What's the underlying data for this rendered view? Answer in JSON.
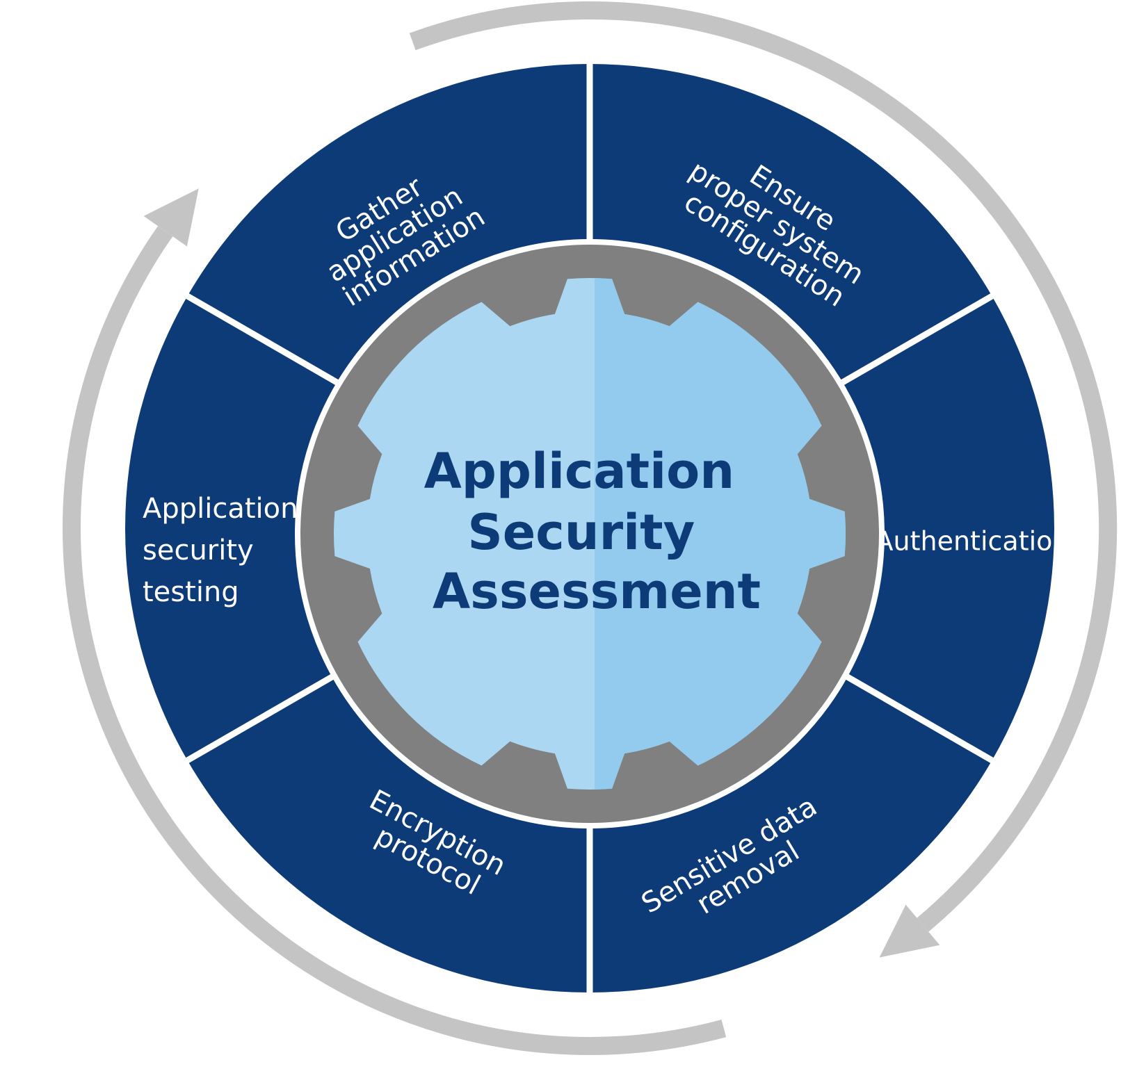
{
  "colors": {
    "segment": "#0d3b78",
    "divider": "#ffffff",
    "gear_ring": "#808080",
    "gear_light": "#acd7f3",
    "gear_shade": "#92cbee",
    "center_text": "#0d3b78",
    "cycle_arrow": "#c4c4c4"
  },
  "center": {
    "title_lines": [
      "Application",
      "Security",
      "Assessment"
    ]
  },
  "segments": [
    {
      "id": "gather",
      "lines": [
        "Gather",
        "application",
        "information"
      ]
    },
    {
      "id": "config",
      "lines": [
        "Ensure",
        "proper system",
        "configuration"
      ]
    },
    {
      "id": "auth",
      "lines": [
        "Authentication"
      ]
    },
    {
      "id": "sensitive",
      "lines": [
        "Sensitive data",
        "removal"
      ]
    },
    {
      "id": "encryption",
      "lines": [
        "Encryption",
        "protocol"
      ]
    },
    {
      "id": "testing",
      "lines": [
        "Application",
        "security",
        "testing"
      ]
    }
  ],
  "icons": {
    "gear": "gear-icon",
    "cycle_arrows": [
      "cycle-arrow-top-left-icon",
      "cycle-arrow-bottom-right-icon"
    ]
  }
}
